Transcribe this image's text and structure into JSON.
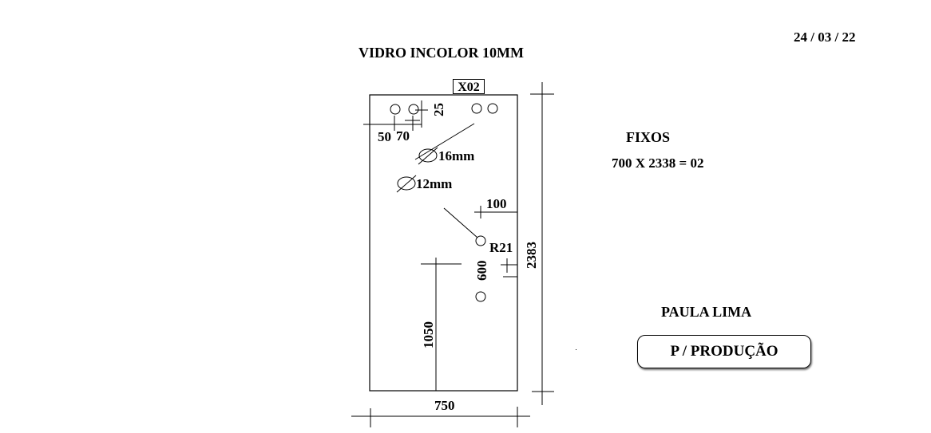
{
  "header": {
    "title": "VIDRO INCOLOR 10MM",
    "date": "24 / 03 / 22"
  },
  "part": {
    "code": "X02"
  },
  "dimensions": {
    "width": "750",
    "height": "2383",
    "hole_offset_x1": "50",
    "hole_offset_x2": "70",
    "hole_offset_top": "25",
    "hole_diameter_large": "16mm",
    "hole_diameter_small": "12mm",
    "edge_offset": "100",
    "radius": "R21",
    "hole_spacing": "600",
    "bottom_offset": "1050"
  },
  "spec": {
    "category": "FIXOS",
    "quantity_line": "700 X 2338 = 02"
  },
  "client": {
    "name": "PAULA LIMA"
  },
  "stamp": {
    "label": "P / PRODUÇÃO"
  }
}
